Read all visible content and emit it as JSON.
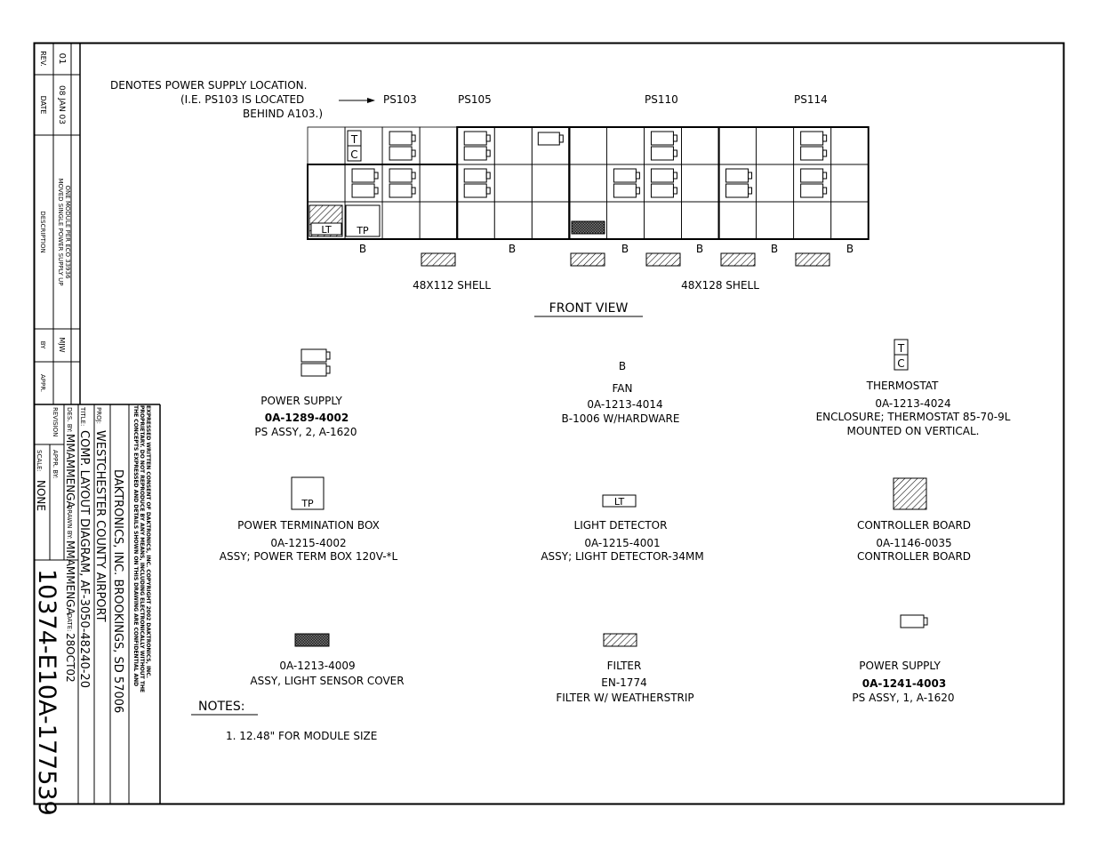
{
  "revision_block": {
    "headers": {
      "rev": "REV.",
      "date": "DATE",
      "description": "DESCRIPTION",
      "by": "BY",
      "appr": "APPR."
    },
    "rows": [
      {
        "rev": "01",
        "date": "08 JAN 03",
        "description_line1": "MOVED SINGLE POWER SUPPLY UP",
        "description_line2": "ONE MODULE PER ECO 33936",
        "by": "MJW",
        "appr": ""
      }
    ],
    "revision_label": "REVISION"
  },
  "title_block": {
    "confidentiality": [
      "THE CONCEPTS EXPRESSED AND DETAILS SHOWN ON THIS DRAWING ARE CONFIDENTIAL AND",
      "PROPRIETARY. DO NOT REPRODUCE BY ANY MEANS, INCLUDING ELECTRONICALLY WITHOUT THE",
      "EXPRESSED WRITTEN CONSENT OF DAKTRONICS, INC.          COPYRIGHT 2002 DAKTRONICS, INC."
    ],
    "company": "DAKTRONICS, INC.  BROOKINGS, SD  57006",
    "proj_label": "PROJ:",
    "proj": "WESTCHESTER COUNTY AIRPORT",
    "title_label": "TITLE:",
    "title": "COMP. LAYOUT DIAGRAM, AF-3050-48240-20",
    "des_label": "DES. BY:",
    "des": "MMAMMENGA",
    "drawn_label": "DRAWN BY:",
    "drawn": "MMAMMENGA",
    "date_label": "DATE:",
    "date": "28OCT02",
    "appr_label": "APPR. BY:",
    "scale_label": "SCALE:",
    "scale": "NONE",
    "drawing_number": "10374-E10A-177539"
  },
  "front_view": {
    "note_line1": "DENOTES POWER SUPPLY LOCATION.",
    "note_line2": "(I.E. PS103 IS LOCATED",
    "note_line3": "BEHIND A103.)",
    "ps_labels": [
      "PS103",
      "PS105",
      "PS110",
      "PS114"
    ],
    "module_marks": {
      "tc_t": "T",
      "tc_c": "C",
      "lt": "LT",
      "tp": "TP"
    },
    "fan_labels": [
      "B",
      "B",
      "B",
      "B",
      "B",
      "B"
    ],
    "shell_labels": [
      "48X112 SHELL",
      "48X128 SHELL"
    ],
    "title": "FRONT VIEW"
  },
  "legend": [
    {
      "id": "ps2",
      "name": "POWER SUPPLY",
      "part": "0A-1289-4002",
      "desc": "PS ASSY, 2, A-1620"
    },
    {
      "id": "fan",
      "symbol_text": "B",
      "name": "FAN",
      "part": "0A-1213-4014",
      "desc": "B-1006 W/HARDWARE"
    },
    {
      "id": "thermo",
      "symbol_t": "T",
      "symbol_c": "C",
      "name": "THERMOSTAT",
      "part": "0A-1213-4024",
      "desc": "ENCLOSURE; THERMOSTAT 85-70-9L",
      "extra": "MOUNTED ON VERTICAL."
    },
    {
      "id": "ptb",
      "symbol_text": "TP",
      "name": "POWER TERMINATION BOX",
      "part": "0A-1215-4002",
      "desc": "ASSY; POWER TERM BOX 120V-*L"
    },
    {
      "id": "lightdet",
      "symbol_text": "LT",
      "name": "LIGHT DETECTOR",
      "part": "0A-1215-4001",
      "desc": "ASSY; LIGHT DETECTOR-34MM"
    },
    {
      "id": "ctrl",
      "name": "CONTROLLER BOARD",
      "part": "0A-1146-0035",
      "desc": "CONTROLLER BOARD"
    },
    {
      "id": "cover",
      "name": "",
      "part": "0A-1213-4009",
      "desc": "ASSY, LIGHT SENSOR COVER"
    },
    {
      "id": "filter",
      "name": "FILTER",
      "part": "EN-1774",
      "desc": "FILTER W/ WEATHERSTRIP"
    },
    {
      "id": "ps1",
      "name": "POWER SUPPLY",
      "part": "0A-1241-4003",
      "desc": "PS ASSY, 1, A-1620"
    }
  ],
  "notes": {
    "title": "NOTES:",
    "items": [
      "1.   12.48\" FOR MODULE SIZE"
    ]
  }
}
